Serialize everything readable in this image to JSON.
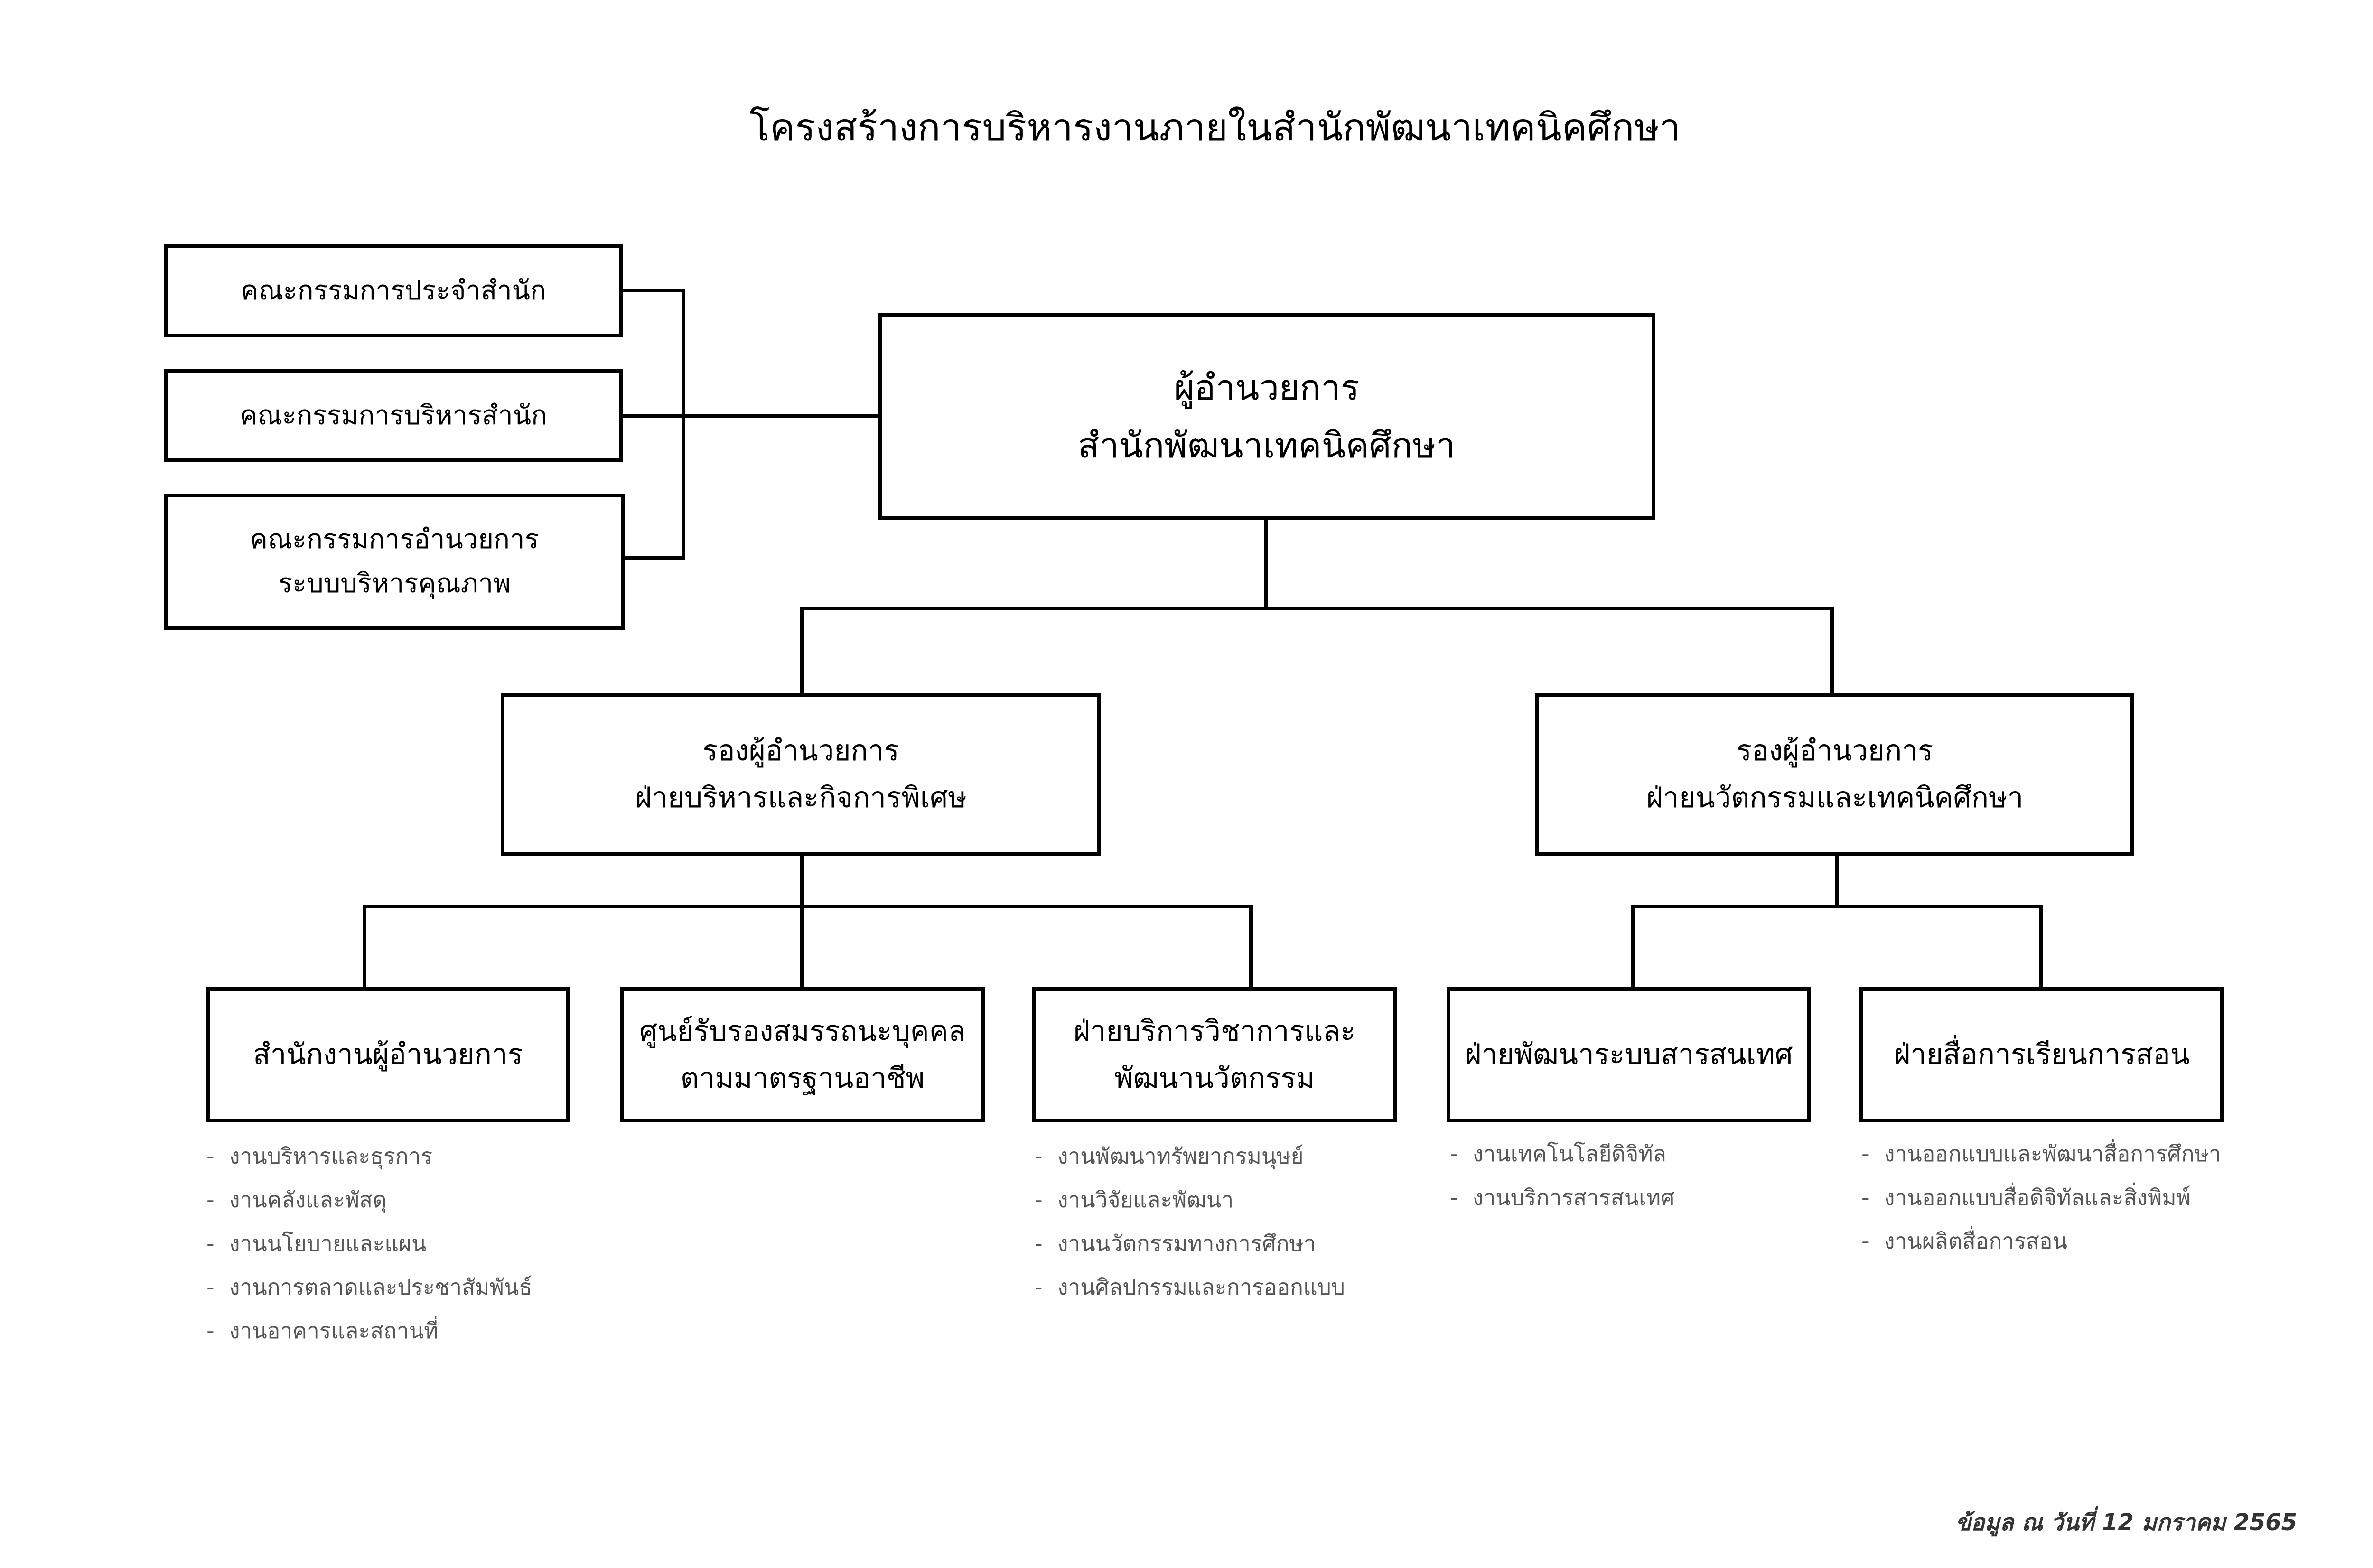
{
  "title": "โครงสร้างการบริหารงานภายในสำนักพัฒนาเทคนิคศึกษา",
  "committees": [
    {
      "lines": [
        "คณะกรรมการประจำสำนัก"
      ]
    },
    {
      "lines": [
        "คณะกรรมการบริหารสำนัก"
      ]
    },
    {
      "lines": [
        "คณะกรรมการอำนวยการ",
        "ระบบบริหารคุณภาพ"
      ]
    }
  ],
  "director": {
    "lines": [
      "ผู้อำนวยการ",
      "สำนักพัฒนาเทคนิคศึกษา"
    ]
  },
  "deputies": [
    {
      "lines": [
        "รองผู้อำนวยการ",
        "ฝ่ายบริหารและกิจการพิเศษ"
      ]
    },
    {
      "lines": [
        "รองผู้อำนวยการ",
        "ฝ่ายนวัตกรรมและเทคนิคศึกษา"
      ]
    }
  ],
  "units": [
    {
      "lines": [
        "สำนักงานผู้อำนวยการ"
      ],
      "tasks": [
        "งานบริหารและธุรการ",
        "งานคลังและพัสดุ",
        "งานนโยบายและแผน",
        "งานการตลาดและประชาสัมพันธ์",
        "งานอาคารและสถานที่"
      ]
    },
    {
      "lines": [
        "ศูนย์รับรองสมรรถนะบุคคล",
        "ตามมาตรฐานอาชีพ"
      ],
      "tasks": []
    },
    {
      "lines": [
        "ฝ่ายบริการวิชาการและ",
        "พัฒนานวัตกรรม"
      ],
      "tasks": [
        "งานพัฒนาทรัพยากรมนุษย์",
        "งานวิจัยและพัฒนา",
        "งานนวัตกรรมทางการศึกษา",
        "งานศิลปกรรมและการออกแบบ"
      ]
    },
    {
      "lines": [
        "ฝ่ายพัฒนาระบบสารสนเทศ"
      ],
      "tasks": [
        "งานเทคโนโลยีดิจิทัล",
        "งานบริการสารสนเทศ"
      ]
    },
    {
      "lines": [
        "ฝ่ายสื่อการเรียนการสอน"
      ],
      "tasks": [
        "งานออกแบบและพัฒนาสื่อการศึกษา",
        "งานออกแบบสื่อดิจิทัลและสิ่งพิมพ์",
        "งานผลิตสื่อการสอน"
      ]
    }
  ],
  "footnote": "ข้อมูล ณ วันที่ 12 มกราคม 2565"
}
